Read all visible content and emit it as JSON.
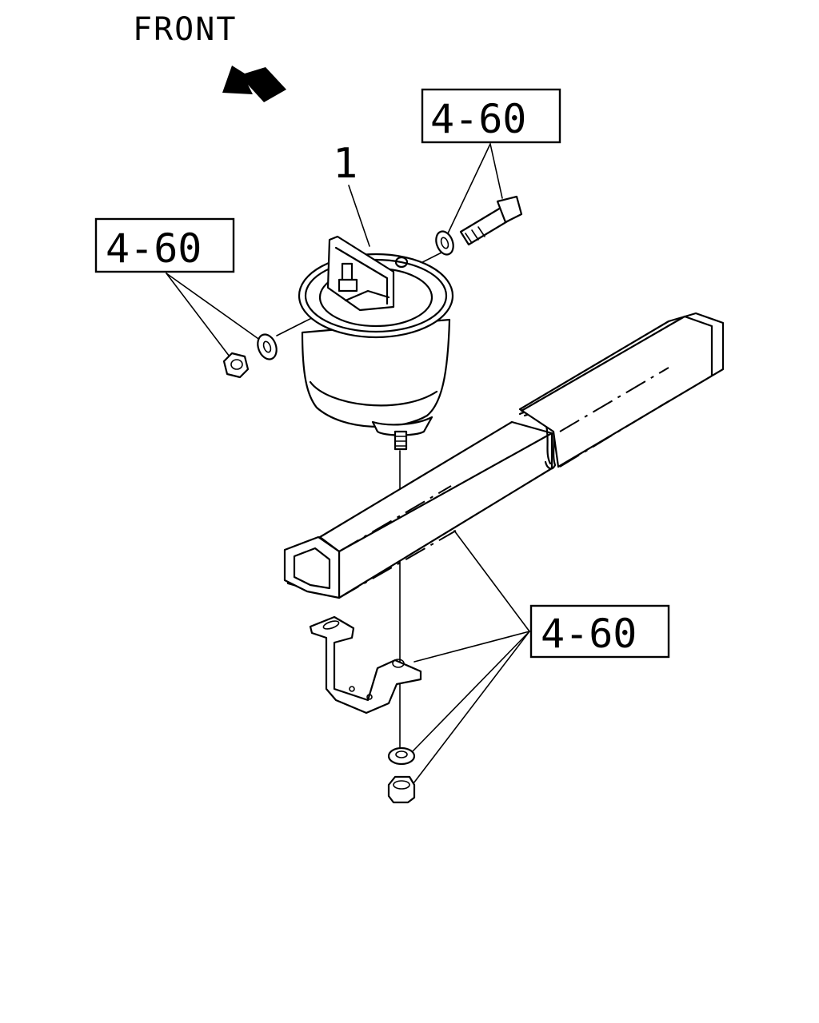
{
  "direction": {
    "label": "FRONT",
    "arrow_icon": "front-arrow-icon"
  },
  "callouts": {
    "part_number": "1",
    "refs": [
      {
        "text": "4-60"
      },
      {
        "text": "4-60"
      },
      {
        "text": "4-60"
      }
    ]
  },
  "colors": {
    "ink": "#000000",
    "paper": "#ffffff"
  }
}
